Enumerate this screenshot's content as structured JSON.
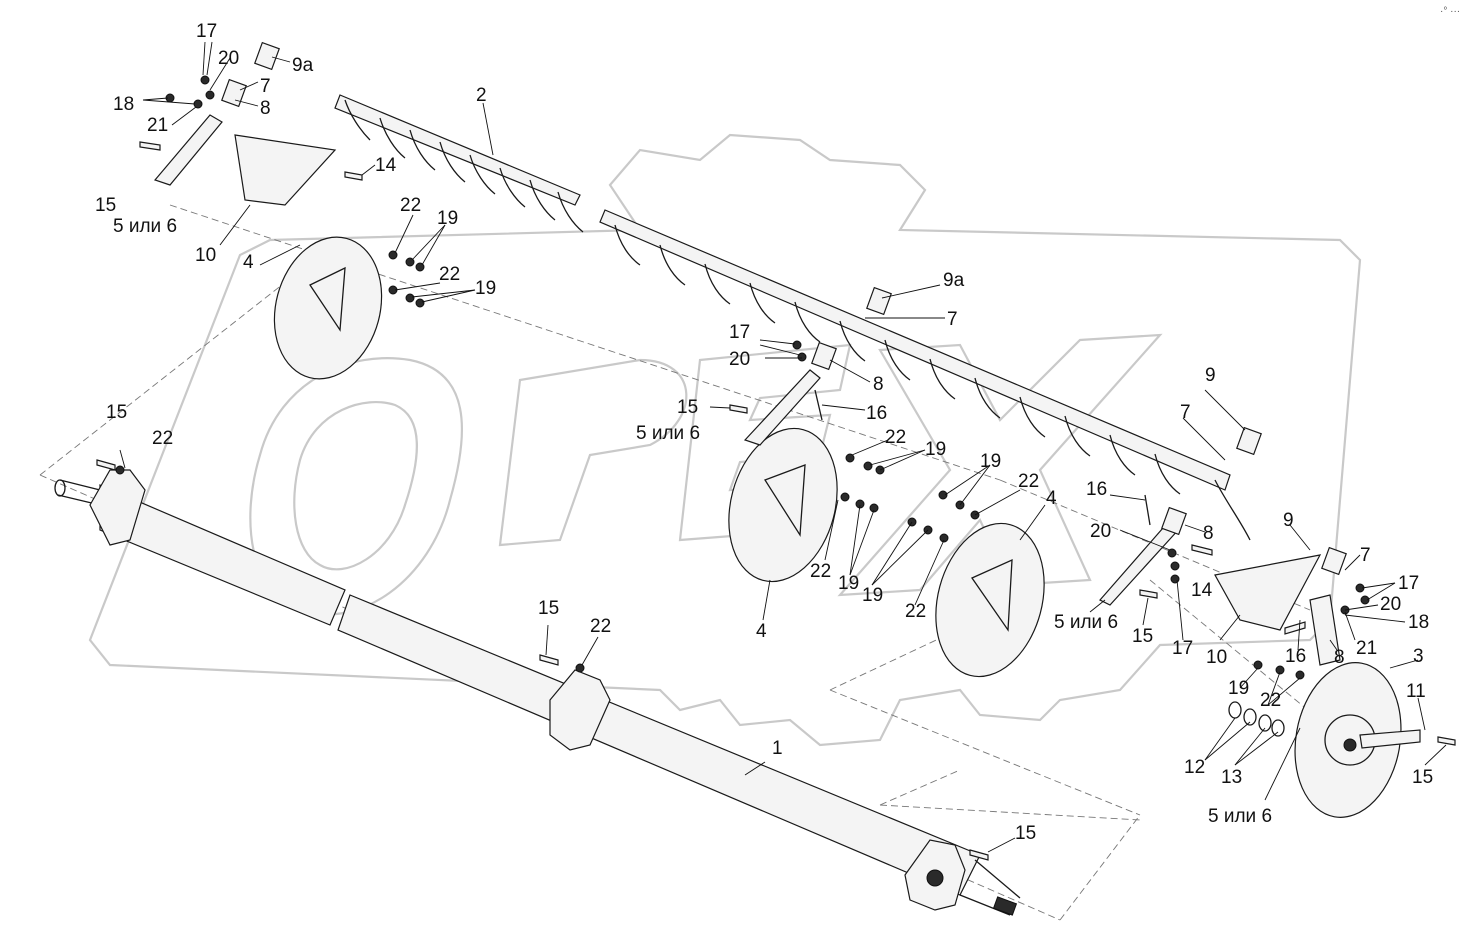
{
  "corner_mark": "·° ···",
  "callouts": {
    "c17a": "17",
    "c20a": "20",
    "c9a_a": "9а",
    "c18a": "18",
    "c7a": "7",
    "c8a": "8",
    "c21a": "21",
    "c15a": "15",
    "c5a": "5 или 6",
    "c2": "2",
    "c14a": "14",
    "c22a": "22",
    "c19a": "19",
    "c10a": "10",
    "c4a": "4",
    "c22b": "22",
    "c19b": "19",
    "c9a_b": "9а",
    "c7b": "7",
    "c17b": "17",
    "c20b": "20",
    "c8b": "8",
    "c15b": "15",
    "c16a": "16",
    "c5b": "5 или 6",
    "c22c": "22",
    "c19c": "19",
    "c9b": "9",
    "c7c": "7",
    "c15c": "15",
    "c22d": "22",
    "c19d": "19",
    "c22e": "22",
    "c4b": "4",
    "c16b": "16",
    "c20c": "20",
    "c8c": "8",
    "c9c": "9",
    "c7d": "7",
    "c22f": "22",
    "c19e": "19",
    "c19f": "19",
    "c14b": "14",
    "c17c": "17",
    "c20d": "20",
    "c18b": "18",
    "c4c": "4",
    "c22g": "22",
    "c5c": "5 или 6",
    "c15d": "15",
    "c17d": "17",
    "c10b": "10",
    "c21b": "21",
    "c16c": "16",
    "c8d": "8",
    "c3": "3",
    "c15e": "15",
    "c22h": "22",
    "c19g": "19",
    "c22i": "22",
    "c11": "11",
    "c12": "12",
    "c13": "13",
    "c15f": "15",
    "c1": "1",
    "c5d": "5 или 6",
    "c15g": "15"
  }
}
